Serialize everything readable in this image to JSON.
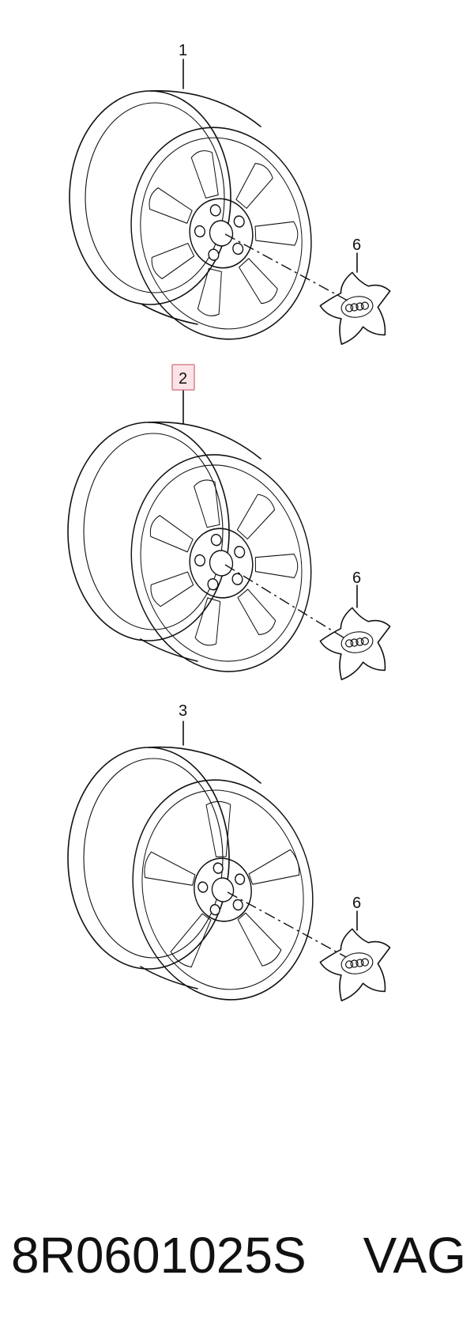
{
  "callouts": {
    "wheel_1": "1",
    "wheel_2": "2",
    "wheel_3": "3",
    "cap_a": "6",
    "cap_b": "6",
    "cap_c": "6"
  },
  "highlight": {
    "selected_callout": "2",
    "color": "#fbe3e6",
    "border": "#d9828f"
  },
  "caption": {
    "part_number": "8R0601025S",
    "brand": "VAG"
  }
}
